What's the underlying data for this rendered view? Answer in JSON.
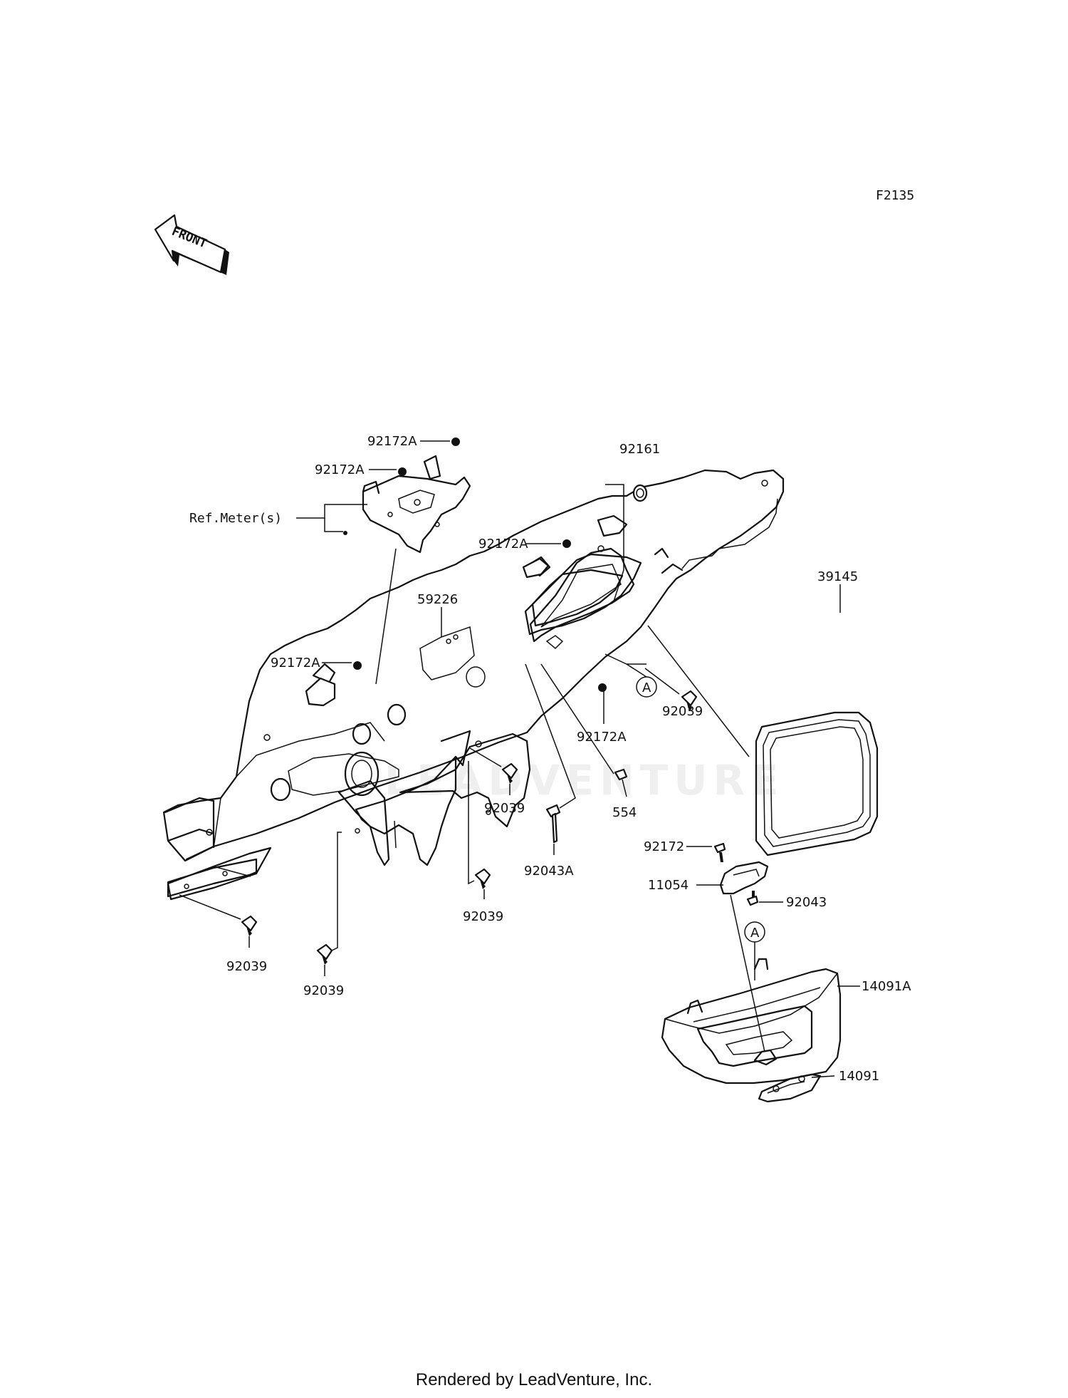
{
  "figure_code": "F2135",
  "front_arrow_label": "FRONT",
  "watermark": "LEADVENTURE",
  "footer": "Rendered by LeadVenture, Inc.",
  "callouts": {
    "ref_meters": "Ref.Meter(s)",
    "p92172A_1": "92172A",
    "p92172A_2": "92172A",
    "p92172A_3": "92172A",
    "p92172A_4": "92172A",
    "p92172A_5": "92172A",
    "p92161": "92161",
    "p39145": "39145",
    "p59226": "59226",
    "p92039_1": "92039",
    "p92039_2": "92039",
    "p92039_3": "92039",
    "p92039_4": "92039",
    "p92039_5": "92039",
    "p554": "554",
    "p92043A": "92043A",
    "p92172": "92172",
    "p11054": "11054",
    "p92043": "92043",
    "p14091A": "14091A",
    "p14091": "14091",
    "ref_A_1": "A",
    "ref_A_2": "A"
  }
}
